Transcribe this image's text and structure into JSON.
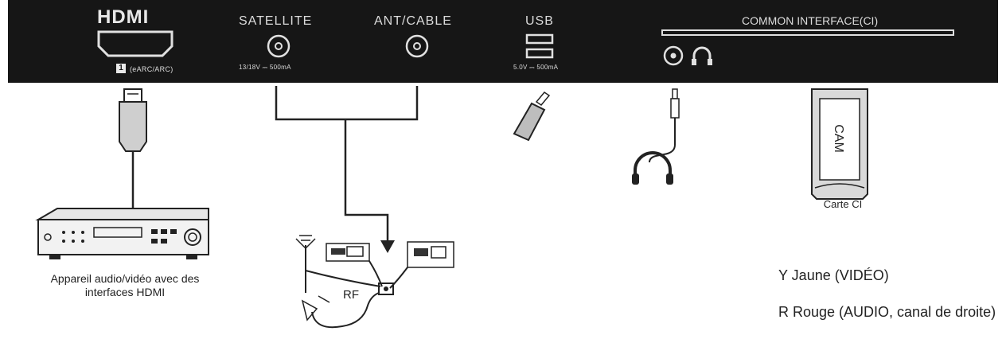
{
  "panel": {
    "hdmi_logo": "HDMI",
    "hdmi_port_number": "1",
    "hdmi_port_note": "(eARC/ARC)",
    "satellite_label": "SATELLITE",
    "satellite_spec": "13/18V ⎓ 500mA",
    "ant_cable_label": "ANT/CABLE",
    "usb_label": "USB",
    "usb_spec": "5.0V ⎓ 500mA",
    "ci_label": "COMMON INTERFACE(CI)"
  },
  "devices": {
    "av_device_label": "Appareil audio/vidéo avec des interfaces HDMI",
    "rf_label": "RF",
    "cam_text": "CAM",
    "ci_card_label": "Carte CI"
  },
  "legend": {
    "yellow": "Y Jaune (VIDÉO)",
    "red": "R Rouge (AUDIO, canal de droite)"
  }
}
